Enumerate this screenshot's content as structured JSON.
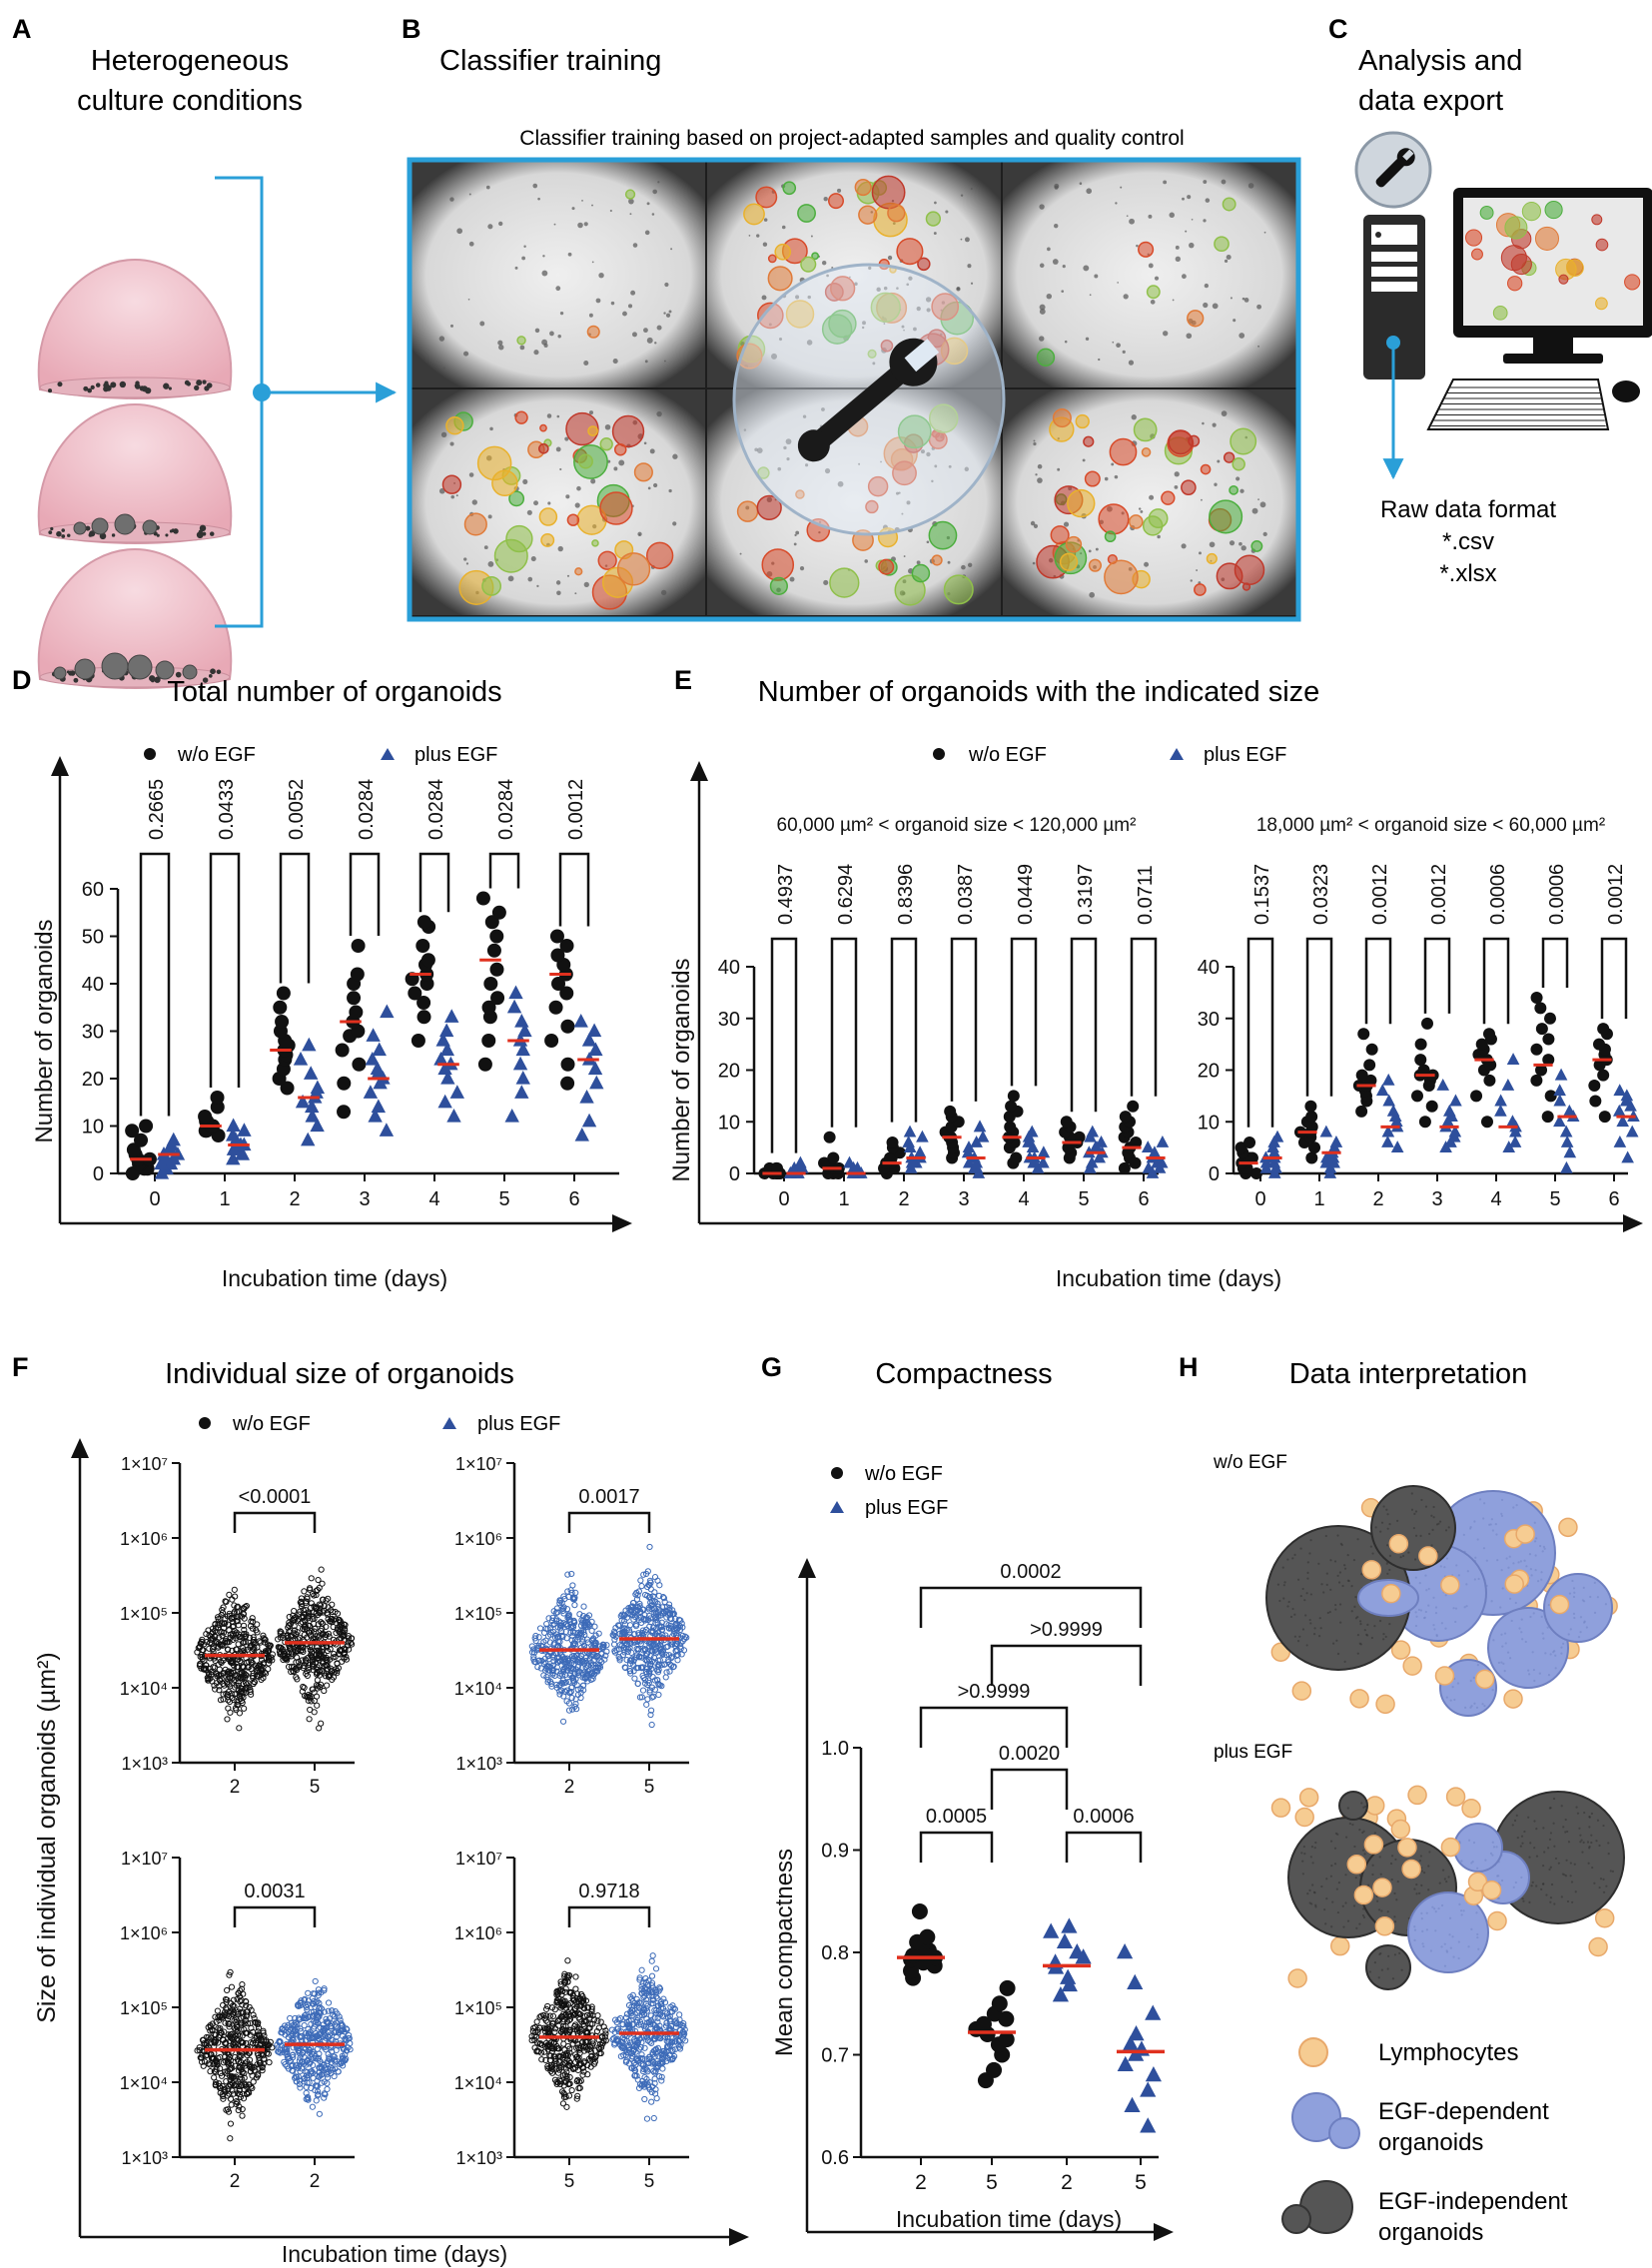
{
  "panels": {
    "A": {
      "letter": "A",
      "title_l1": "Heterogeneous",
      "title_l2": "culture conditions"
    },
    "B": {
      "letter": "B",
      "title": "Classifier training",
      "subtitle": "Classifier training based on project-adapted samples and quality control"
    },
    "C": {
      "letter": "C",
      "title_l1": "Analysis and",
      "title_l2": "data export",
      "raw_l1": "Raw data format",
      "raw_l2": "*.csv",
      "raw_l3": "*.xlsx"
    },
    "D": {
      "letter": "D",
      "title": "Total number of organoids"
    },
    "E": {
      "letter": "E",
      "title": "Number of organoids with the indicated size"
    },
    "F": {
      "letter": "F",
      "title": "Individual size of organoids"
    },
    "G": {
      "letter": "G",
      "title": "Compactness"
    },
    "H": {
      "letter": "H",
      "title": "Data interpretation",
      "cond1": "w/o EGF",
      "cond2": "plus EGF",
      "legend_l1": "Lymphocytes",
      "legend_l2a": "EGF-dependent",
      "legend_l2b": "organoids",
      "legend_l3a": "EGF-independent",
      "legend_l3b": "organoids"
    }
  },
  "legend": {
    "wo": "w/o EGF",
    "plus": "plus EGF"
  },
  "colors": {
    "wo": "#111111",
    "plus": "#2e4f9c",
    "median": "#e0301e",
    "frame": "#2a9fd8",
    "gel": "#f2c6cf",
    "dep": "#8fa0dc",
    "indep": "#555555",
    "lymph": "#f6cc92"
  },
  "chart_data": [
    {
      "id": "D",
      "type": "scatter",
      "title": "Total number of organoids",
      "xlabel": "Incubation time (days)",
      "ylabel": "Number of organoids",
      "categories": [
        "0",
        "1",
        "2",
        "3",
        "4",
        "5",
        "6"
      ],
      "yticks": [
        "0",
        "10",
        "20",
        "30",
        "40",
        "50",
        "60"
      ],
      "ylim": [
        0,
        60
      ],
      "series": [
        {
          "name": "w/o EGF",
          "medians": [
            3,
            10,
            26,
            32,
            42,
            45,
            42
          ],
          "points": [
            [
              0,
              1,
              1,
              2,
              2,
              3,
              3,
              4,
              5,
              7,
              9,
              10
            ],
            [
              8,
              9,
              9,
              10,
              10,
              10,
              11,
              11,
              12,
              14,
              16
            ],
            [
              18,
              20,
              22,
              24,
              25,
              26,
              27,
              28,
              30,
              32,
              35,
              38
            ],
            [
              13,
              19,
              23,
              26,
              29,
              30,
              32,
              34,
              37,
              40,
              42,
              48
            ],
            [
              28,
              33,
              36,
              38,
              40,
              41,
              42,
              44,
              45,
              48,
              52,
              53
            ],
            [
              23,
              28,
              33,
              35,
              37,
              40,
              43,
              47,
              50,
              53,
              55,
              58
            ],
            [
              19,
              23,
              28,
              31,
              35,
              38,
              40,
              42,
              44,
              46,
              48,
              50
            ]
          ]
        },
        {
          "name": "plus EGF",
          "medians": [
            4,
            6,
            16,
            20,
            23,
            28,
            24
          ],
          "points": [
            [
              0,
              1,
              1,
              2,
              2,
              3,
              3,
              4,
              4,
              5,
              6,
              7
            ],
            [
              3,
              4,
              4,
              5,
              5,
              6,
              6,
              7,
              8,
              9,
              10
            ],
            [
              7,
              10,
              12,
              14,
              15,
              16,
              17,
              18,
              21,
              24,
              27
            ],
            [
              9,
              12,
              14,
              17,
              19,
              20,
              21,
              22,
              24,
              26,
              29,
              34
            ],
            [
              12,
              15,
              17,
              20,
              22,
              23,
              24,
              26,
              28,
              30,
              33
            ],
            [
              12,
              17,
              20,
              23,
              26,
              28,
              30,
              32,
              35,
              38
            ],
            [
              8,
              11,
              16,
              19,
              22,
              24,
              26,
              28,
              30,
              32
            ]
          ]
        }
      ],
      "pvalues": [
        "0.2665",
        "0.0433",
        "0.0052",
        "0.0284",
        "0.0284",
        "0.0284",
        "0.0012"
      ]
    },
    {
      "id": "E1",
      "type": "scatter",
      "title": "60,000 µm² < organoid size < 120,000 µm²",
      "xlabel": "Incubation time (days)",
      "ylabel": "Number of organoids",
      "categories": [
        "0",
        "1",
        "2",
        "3",
        "4",
        "5",
        "6"
      ],
      "yticks": [
        "0",
        "10",
        "20",
        "30",
        "40"
      ],
      "ylim": [
        0,
        40
      ],
      "series": [
        {
          "name": "w/o EGF",
          "medians": [
            0,
            1,
            2,
            7,
            7,
            6,
            5
          ],
          "points": [
            [
              0,
              0,
              0,
              0,
              0,
              1,
              1,
              1
            ],
            [
              0,
              0,
              0,
              1,
              1,
              1,
              2,
              2,
              3,
              7
            ],
            [
              0,
              1,
              1,
              2,
              2,
              2,
              3,
              3,
              4,
              5,
              6
            ],
            [
              3,
              4,
              5,
              6,
              7,
              7,
              8,
              9,
              10,
              11,
              12
            ],
            [
              2,
              3,
              5,
              6,
              7,
              8,
              9,
              11,
              12,
              13,
              15
            ],
            [
              3,
              4,
              5,
              6,
              6,
              7,
              7,
              8,
              9,
              10
            ],
            [
              1,
              2,
              3,
              4,
              5,
              6,
              7,
              8,
              9,
              10,
              11,
              13
            ]
          ]
        },
        {
          "name": "plus EGF",
          "medians": [
            0,
            0,
            3,
            3,
            3,
            4,
            3
          ],
          "points": [
            [
              0,
              0,
              0,
              0,
              1,
              1,
              2
            ],
            [
              0,
              0,
              0,
              0,
              1,
              1,
              2
            ],
            [
              1,
              2,
              2,
              3,
              3,
              4,
              5,
              6,
              7,
              8
            ],
            [
              0,
              1,
              1,
              2,
              2,
              3,
              4,
              5,
              6,
              7,
              9
            ],
            [
              1,
              2,
              2,
              3,
              3,
              4,
              5,
              6,
              7,
              8
            ],
            [
              1,
              2,
              3,
              4,
              4,
              5,
              5,
              6,
              7,
              8
            ],
            [
              0,
              1,
              1,
              2,
              2,
              3,
              3,
              4,
              5,
              6
            ]
          ]
        }
      ],
      "pvalues": [
        "0.4937",
        "0.6294",
        "0.8396",
        "0.0387",
        "0.0449",
        "0.3197",
        "0.0711"
      ]
    },
    {
      "id": "E2",
      "type": "scatter",
      "title": "18,000 µm² < organoid size < 60,000 µm²",
      "xlabel": "Incubation time (days)",
      "ylabel": "",
      "categories": [
        "0",
        "1",
        "2",
        "3",
        "4",
        "5",
        "6"
      ],
      "yticks": [
        "0",
        "10",
        "20",
        "30",
        "40"
      ],
      "ylim": [
        0,
        40
      ],
      "series": [
        {
          "name": "w/o EGF",
          "medians": [
            2,
            8,
            17,
            19,
            22,
            21,
            22
          ],
          "points": [
            [
              0,
              0,
              1,
              1,
              1,
              2,
              2,
              3,
              3,
              4,
              5,
              6
            ],
            [
              3,
              5,
              6,
              7,
              7,
              8,
              8,
              9,
              10,
              11,
              13
            ],
            [
              12,
              14,
              15,
              16,
              17,
              17,
              18,
              19,
              21,
              24,
              27
            ],
            [
              10,
              13,
              15,
              17,
              18,
              19,
              19,
              20,
              22,
              25,
              29
            ],
            [
              10,
              15,
              18,
              20,
              21,
              22,
              23,
              24,
              25,
              26,
              27
            ],
            [
              11,
              15,
              18,
              20,
              22,
              24,
              26,
              28,
              30,
              32,
              34
            ],
            [
              11,
              14,
              17,
              19,
              21,
              22,
              23,
              24,
              25,
              27,
              28
            ]
          ]
        },
        {
          "name": "plus EGF",
          "medians": [
            3,
            4,
            9,
            9,
            9,
            11,
            11
          ],
          "points": [
            [
              0,
              1,
              1,
              2,
              2,
              3,
              3,
              4,
              5,
              6,
              7
            ],
            [
              0,
              1,
              2,
              2,
              3,
              3,
              4,
              5,
              6,
              8
            ],
            [
              5,
              6,
              8,
              9,
              10,
              11,
              12,
              14,
              16,
              18
            ],
            [
              5,
              6,
              7,
              8,
              9,
              10,
              11,
              12,
              14,
              17
            ],
            [
              5,
              6,
              8,
              9,
              10,
              12,
              14,
              17,
              22
            ],
            [
              1,
              4,
              6,
              8,
              10,
              11,
              12,
              14,
              16,
              19
            ],
            [
              3,
              6,
              8,
              10,
              11,
              12,
              13,
              14,
              15,
              16
            ]
          ]
        }
      ],
      "pvalues": [
        "0.1537",
        "0.0323",
        "0.0012",
        "0.0012",
        "0.0006",
        "0.0006",
        "0.0012"
      ]
    },
    {
      "id": "F",
      "type": "scatter",
      "title": "Individual size of organoids",
      "xlabel": "Incubation time (days)",
      "ylabel": "Size of individual organoids (µm²)",
      "yscale": "log",
      "ylim": [
        1000,
        10000000
      ],
      "yticks": [
        "1×10³",
        "1×10⁴",
        "1×10⁵",
        "1×10⁶",
        "1×10⁷"
      ],
      "subplots": [
        {
          "categories": [
            "2",
            "5"
          ],
          "groups": [
            "w/o EGF",
            "w/o EGF"
          ],
          "medians": [
            27000,
            40000
          ],
          "pvalue": "<0.0001"
        },
        {
          "categories": [
            "2",
            "5"
          ],
          "groups": [
            "plus EGF",
            "plus EGF"
          ],
          "medians": [
            32000,
            45000
          ],
          "pvalue": "0.0017"
        },
        {
          "categories": [
            "2",
            "2"
          ],
          "groups": [
            "w/o EGF",
            "plus EGF"
          ],
          "medians": [
            27000,
            32000
          ],
          "pvalue": "0.0031"
        },
        {
          "categories": [
            "5",
            "5"
          ],
          "groups": [
            "w/o EGF",
            "plus EGF"
          ],
          "medians": [
            40000,
            45000
          ],
          "pvalue": "0.9718"
        }
      ]
    },
    {
      "id": "G",
      "type": "scatter",
      "title": "Compactness",
      "xlabel": "Incubation time (days)",
      "ylabel": "Mean compactness",
      "categories": [
        "2",
        "5",
        "2",
        "5"
      ],
      "groups": [
        "w/o EGF",
        "w/o EGF",
        "plus EGF",
        "plus EGF"
      ],
      "yticks": [
        "0.6",
        "0.7",
        "0.8",
        "0.9",
        "1.0"
      ],
      "ylim": [
        0.6,
        1.0
      ],
      "medians": [
        0.795,
        0.722,
        0.787,
        0.703
      ],
      "points": [
        [
          0.775,
          0.782,
          0.787,
          0.79,
          0.793,
          0.795,
          0.797,
          0.8,
          0.802,
          0.805,
          0.81,
          0.815,
          0.84
        ],
        [
          0.675,
          0.685,
          0.7,
          0.71,
          0.715,
          0.72,
          0.725,
          0.73,
          0.735,
          0.74,
          0.75,
          0.765
        ],
        [
          0.758,
          0.768,
          0.775,
          0.785,
          0.79,
          0.795,
          0.8,
          0.81,
          0.82,
          0.825
        ],
        [
          0.63,
          0.65,
          0.665,
          0.68,
          0.69,
          0.7,
          0.705,
          0.71,
          0.72,
          0.74,
          0.77,
          0.8
        ]
      ],
      "comparisons": [
        {
          "a": 0,
          "b": 1,
          "p": "0.0005"
        },
        {
          "a": 2,
          "b": 3,
          "p": "0.0006"
        },
        {
          "a": 1,
          "b": 2,
          "p": "0.0020"
        },
        {
          "a": 0,
          "b": 2,
          "p": ">0.9999"
        },
        {
          "a": 1,
          "b": 3,
          "p": ">0.9999"
        },
        {
          "a": 0,
          "b": 3,
          "p": "0.0002"
        }
      ]
    }
  ]
}
